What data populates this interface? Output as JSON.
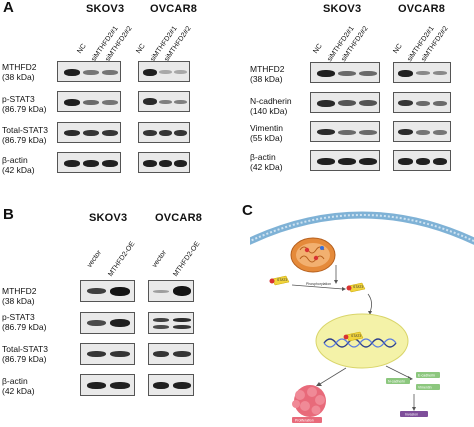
{
  "panelA": {
    "letter": "A",
    "left_group": {
      "cell_lines": [
        "SKOV3",
        "OVCAR8"
      ],
      "lanes_skov3": [
        "NC",
        "siMTHFD2#1",
        "siMTHFD2#2"
      ],
      "lanes_ovcar8": [
        "NC",
        "siMTHFD2#1",
        "siMTHFD2#2"
      ],
      "rows": [
        {
          "label": "MTHFD2",
          "kda": "(38 kDa)"
        },
        {
          "label": "p-STAT3",
          "kda": "(86.79 kDa)"
        },
        {
          "label": "Total-STAT3",
          "kda": "(86.79 kDa)"
        },
        {
          "label": "β-actin",
          "kda": "(42 kDa)"
        }
      ]
    },
    "right_group": {
      "cell_lines": [
        "SKOV3",
        "OVCAR8"
      ],
      "lanes_skov3": [
        "NC",
        "siMTHFD2#1",
        "siMTHFD2#2"
      ],
      "lanes_ovcar8": [
        "NC",
        "siMTHFD2#1",
        "siMTHFD2#2"
      ],
      "rows": [
        {
          "label": "MTHFD2",
          "kda": "(38 kDa)"
        },
        {
          "label": "N-cadherin",
          "kda": "(140 kDa)"
        },
        {
          "label": "Vimentin",
          "kda": "(55 kDa)"
        },
        {
          "label": "β-actin",
          "kda": "(42 kDa)"
        }
      ]
    }
  },
  "panelB": {
    "letter": "B",
    "cell_lines": [
      "SKOV3",
      "OVCAR8"
    ],
    "lanes_skov3": [
      "vector",
      "MTHFD2-OE"
    ],
    "lanes_ovcar8": [
      "vector",
      "MTHFD2-OE"
    ],
    "rows": [
      {
        "label": "MTHFD2",
        "kda": "(38 kDa)"
      },
      {
        "label": "p-STAT3",
        "kda": "(86.79 kDa)"
      },
      {
        "label": "Total-STAT3",
        "kda": "(86.79 kDa)"
      },
      {
        "label": "β-actin",
        "kda": "(42 kDa)"
      }
    ]
  },
  "panelC": {
    "letter": "C",
    "labels": {
      "stat3_a": "STAT3",
      "stat3_b": "STAT3",
      "stat3_c": "STAT3",
      "phos": "Phosphorylation",
      "prolif": "Proliferation",
      "emt1": "N-cadherin",
      "emt2": "E-cadherin",
      "emt3": "Vimentin",
      "invasion": "Invasion"
    },
    "colors": {
      "membrane": "#7fb2d6",
      "mito": "#e58a3a",
      "nucleus": "#f4f2a8",
      "tumor": "#e86a7a",
      "green_box": "#8cc77e",
      "purple_box": "#7e4e9a"
    }
  }
}
